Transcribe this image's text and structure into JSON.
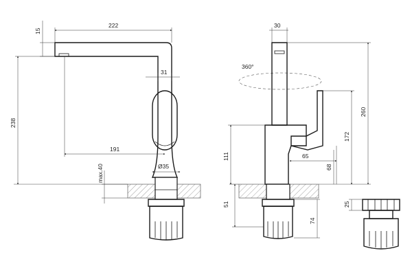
{
  "front_view": {
    "dim_total_width": "222",
    "dim_spout_thickness": "15",
    "dim_body_width": "31",
    "dim_height": "238",
    "dim_reach": "191",
    "dim_diameter": "Ø35",
    "dim_max_thickness": "max.40"
  },
  "side_view": {
    "dim_top_width": "30",
    "dim_rotation": "360°",
    "dim_total_height": "260",
    "dim_lever_height": "172",
    "dim_body_height": "111",
    "dim_lever_reach": "65",
    "dim_lever_offset": "68",
    "dim_shank": "51",
    "dim_shank_total": "74"
  },
  "detail_view": {
    "dim_nut_height": "25"
  }
}
